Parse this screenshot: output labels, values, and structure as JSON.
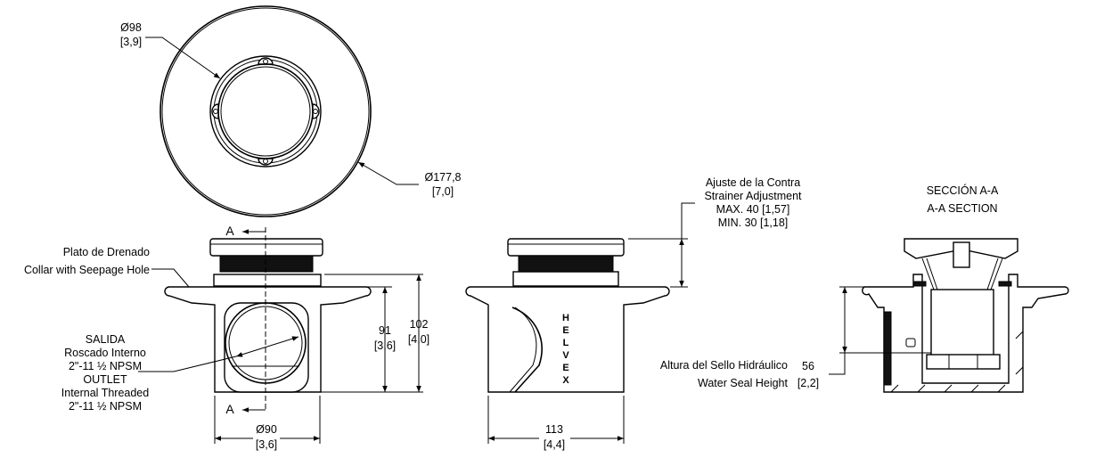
{
  "top_view": {
    "dia_inner": "Ø98",
    "dia_inner_in": "[3,9]",
    "dia_outer": "Ø177,8",
    "dia_outer_in": "[7,0]"
  },
  "front_view": {
    "collar_es": "Plato de Drenado",
    "collar_en": "Collar with Seepage Hole",
    "outlet_lines": [
      "SALIDA",
      "Roscado Interno",
      "2\"-11 ½ NPSM",
      "OUTLET",
      "Internal Threaded",
      "2\"-11 ½ NPSM"
    ],
    "section_mark": "A",
    "height_91": "91",
    "height_91_in": "[3,6]",
    "height_102": "102",
    "height_102_in": "[4,0]",
    "width": "Ø90",
    "width_in": "[3,6]"
  },
  "side_view": {
    "adjust_lines": [
      "Ajuste de la Contra",
      "Strainer Adjustment",
      "MAX. 40 [1,57]",
      "MIN. 30 [1,18]"
    ],
    "brand": [
      "H",
      "E",
      "L",
      "V",
      "E",
      "X"
    ],
    "width": "113",
    "width_in": "[4,4]"
  },
  "section_view": {
    "title_es": "SECCIÓN A-A",
    "title_en": "A-A SECTION",
    "seal_es": "Altura del Sello Hidráulico",
    "seal_en": "Water Seal Height",
    "seal_value": "56",
    "seal_value_in": "[2,2]"
  }
}
